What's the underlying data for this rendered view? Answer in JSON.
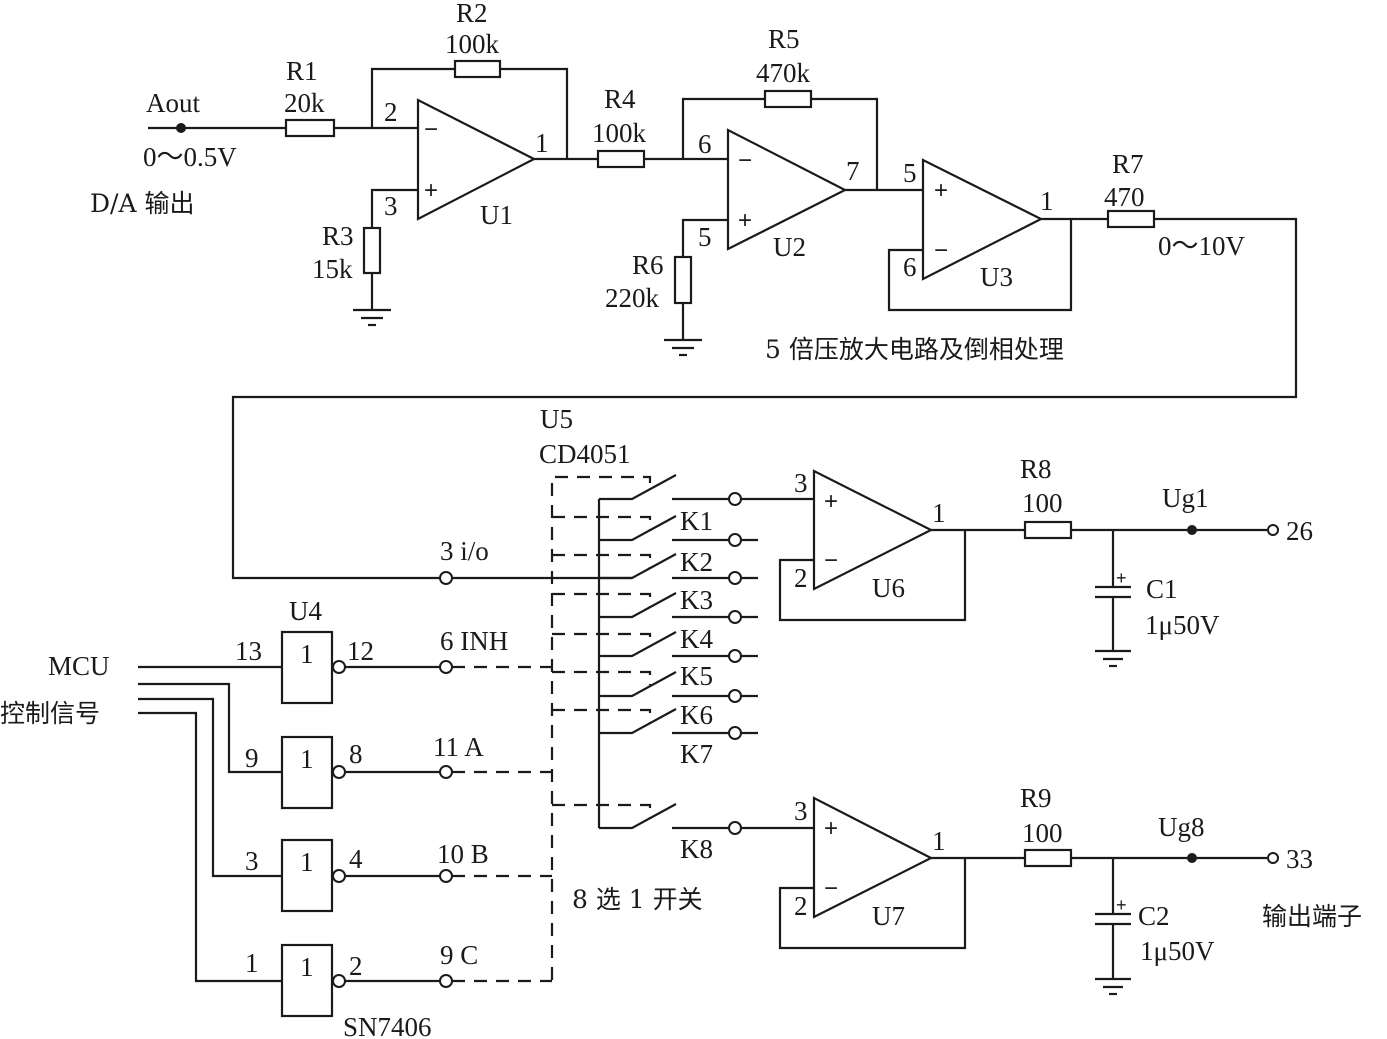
{
  "title_label": "5 倍压放大电路及倒相处理",
  "switch_caption": "8 选 1 开关",
  "colors": {
    "line": "#1a1a1a",
    "background": "#ffffff"
  },
  "input": {
    "name": "Aout",
    "range": "0～0.5V",
    "desc": "D/A 输出"
  },
  "output_range": "0～10V",
  "resistors": [
    {
      "ref": "R1",
      "value": "20k"
    },
    {
      "ref": "R2",
      "value": "100k"
    },
    {
      "ref": "R3",
      "value": "15k"
    },
    {
      "ref": "R4",
      "value": "100k"
    },
    {
      "ref": "R5",
      "value": "470k"
    },
    {
      "ref": "R6",
      "value": "220k"
    },
    {
      "ref": "R7",
      "value": "470"
    },
    {
      "ref": "R8",
      "value": "100"
    },
    {
      "ref": "R9",
      "value": "100"
    }
  ],
  "capacitors": [
    {
      "ref": "C1",
      "value": "1μ50V"
    },
    {
      "ref": "C2",
      "value": "1μ50V"
    }
  ],
  "opamps": [
    {
      "ref": "U1",
      "pin_inv": "2",
      "pin_noninv": "3",
      "pin_out": "1"
    },
    {
      "ref": "U2",
      "pin_inv": "6",
      "pin_noninv": "5",
      "pin_out": "7"
    },
    {
      "ref": "U3",
      "pin_inv": "6",
      "pin_noninv": "5",
      "pin_out": "1"
    },
    {
      "ref": "U6",
      "pin_inv": "2",
      "pin_noninv": "3",
      "pin_out": "1"
    },
    {
      "ref": "U7",
      "pin_inv": "2",
      "pin_noninv": "3",
      "pin_out": "1"
    }
  ],
  "signs": {
    "plus": "+",
    "minus": "−",
    "cap_plus": "+"
  },
  "mux": {
    "ref": "U5",
    "part": "CD4051",
    "pins": {
      "io": "3 i/o",
      "inh": "6 INH",
      "a": "11 A",
      "b": "10 B",
      "c": "9 C"
    },
    "switches": [
      "K1",
      "K2",
      "K3",
      "K4",
      "K5",
      "K6",
      "K7",
      "K8"
    ]
  },
  "inverters": {
    "ref": "U4",
    "part": "SN7406",
    "symbol": "1",
    "gates": [
      {
        "in": "13",
        "out": "12"
      },
      {
        "in": "9",
        "out": "8"
      },
      {
        "in": "3",
        "out": "4"
      },
      {
        "in": "1",
        "out": "2"
      }
    ]
  },
  "mcu": {
    "line1": "MCU",
    "line2": "控制信号"
  },
  "outputs": [
    {
      "net": "Ug1",
      "terminal": "26"
    },
    {
      "net": "Ug8",
      "terminal": "33"
    }
  ],
  "output_terminal_label": "输出端子"
}
